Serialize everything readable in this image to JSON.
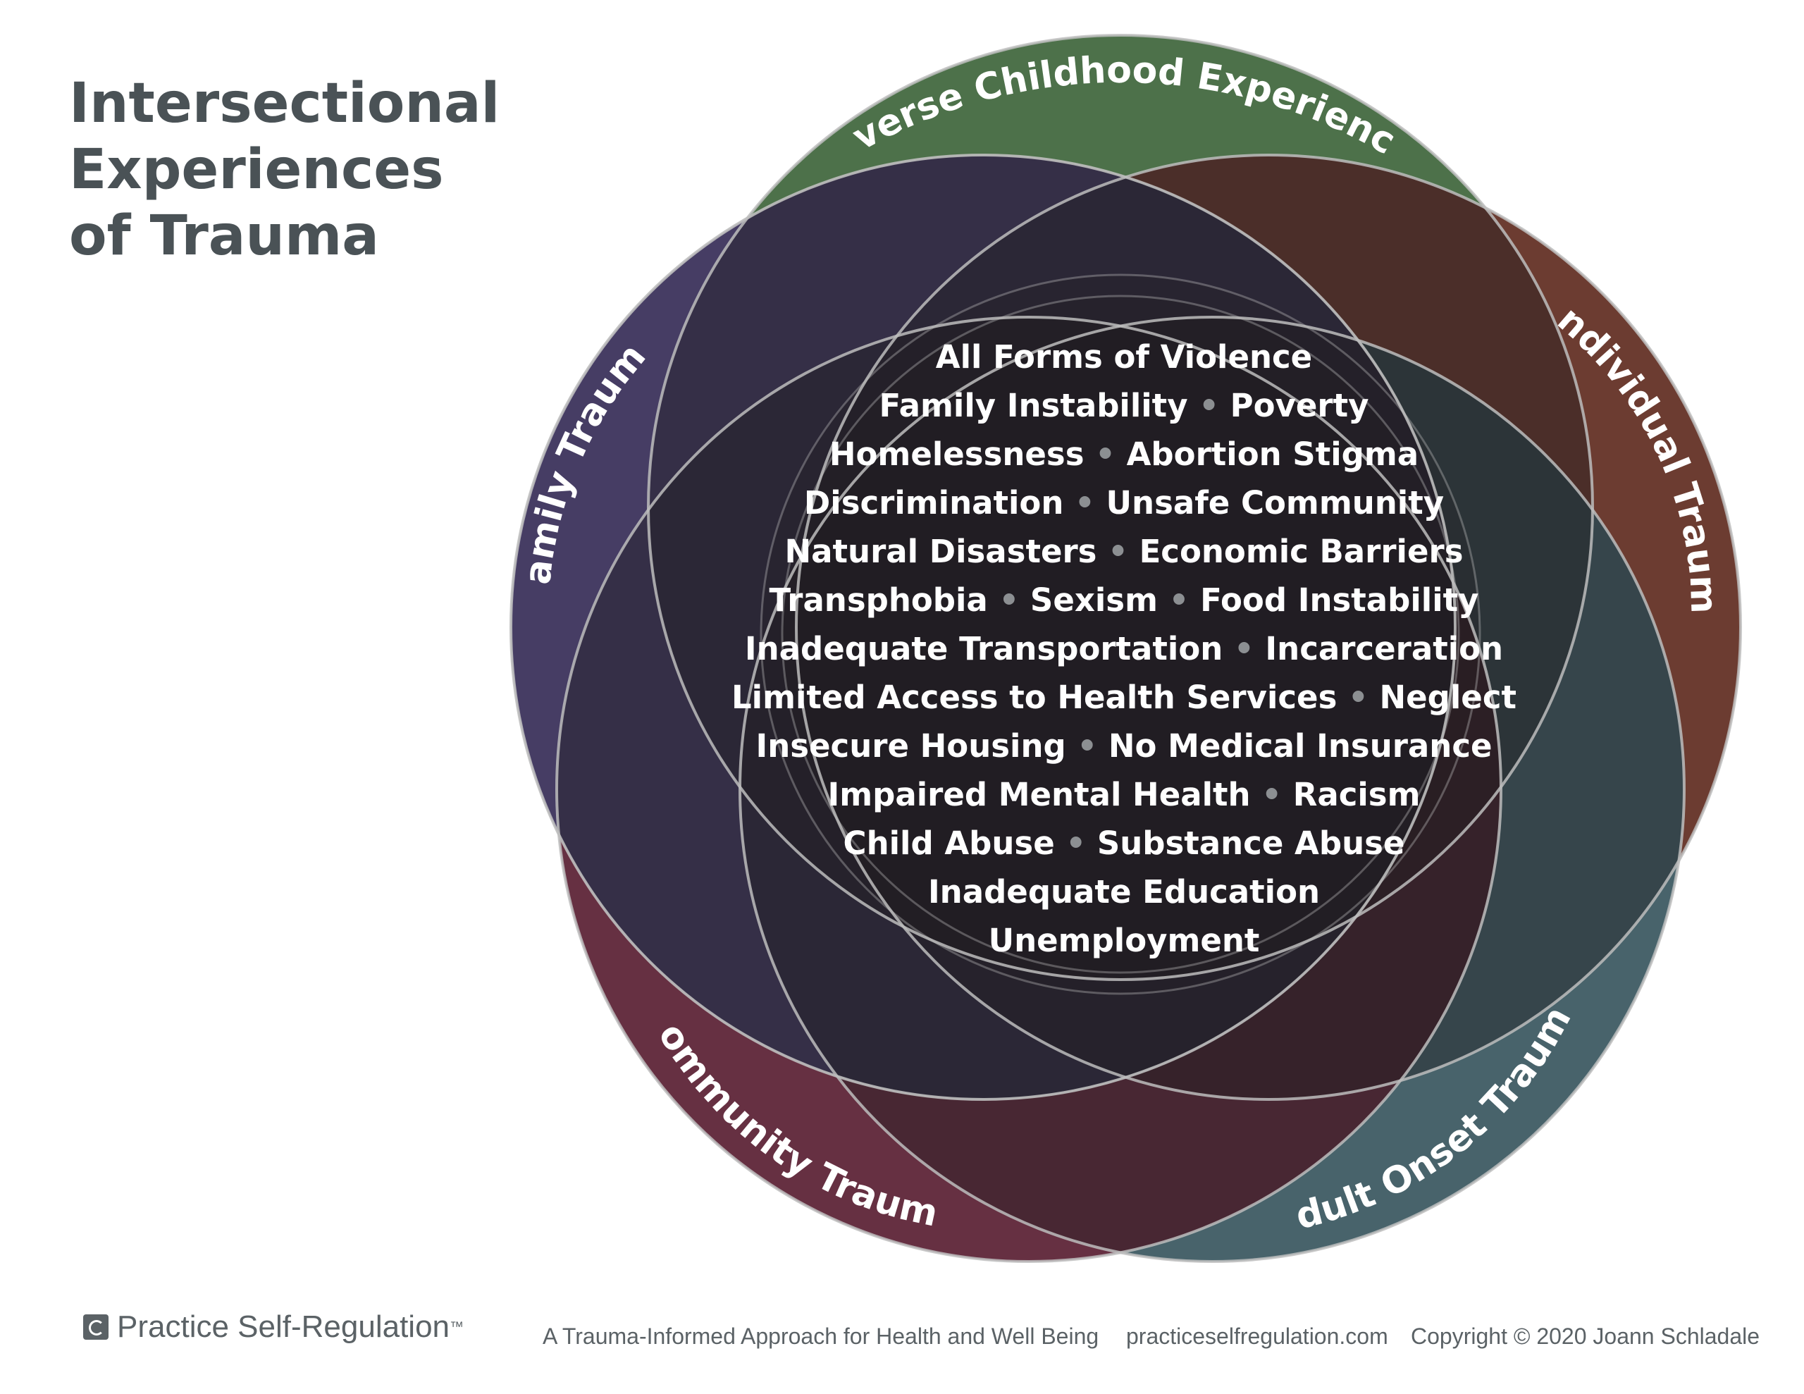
{
  "title": [
    "Intersectional",
    "Experiences",
    "of Trauma"
  ],
  "rings": [
    {
      "key": "acef",
      "label": "Adverse Childhood Experiences",
      "color": "#6fae6a"
    },
    {
      "key": "indv",
      "label": "Individual Trauma",
      "color": "#a4533f"
    },
    {
      "key": "adult",
      "label": "Adult Onset Trauma",
      "color": "#6696a3"
    },
    {
      "key": "comm",
      "label": "Community Trauma",
      "color": "#9a3e5c"
    },
    {
      "key": "fam",
      "label": "Family Trauma",
      "color": "#625596"
    }
  ],
  "center_items": [
    [
      "All Forms of Violence"
    ],
    [
      "Family Instability",
      "Poverty"
    ],
    [
      "Homelessness",
      "Abortion Stigma"
    ],
    [
      "Discrimination",
      "Unsafe Community"
    ],
    [
      "Natural Disasters",
      "Economic Barriers"
    ],
    [
      "Transphobia",
      "Sexism",
      "Food Instability"
    ],
    [
      "Inadequate Transportation",
      "Incarceration"
    ],
    [
      "Limited Access to Health Services",
      "Neglect"
    ],
    [
      "Insecure Housing",
      "No Medical Insurance"
    ],
    [
      "Impaired Mental Health",
      "Racism"
    ],
    [
      "Child Abuse",
      "Substance Abuse"
    ],
    [
      "Inadequate Education"
    ],
    [
      "Unemployment"
    ]
  ],
  "separator": "•",
  "footer": {
    "brand": "Practice Self-Regulation",
    "trademark": "™",
    "tagline": "A Trauma-Informed Approach for Health and Well Being",
    "website": "practiceselfregulation.com",
    "copyright": "Copyright © 2020 Joann Schladale"
  }
}
